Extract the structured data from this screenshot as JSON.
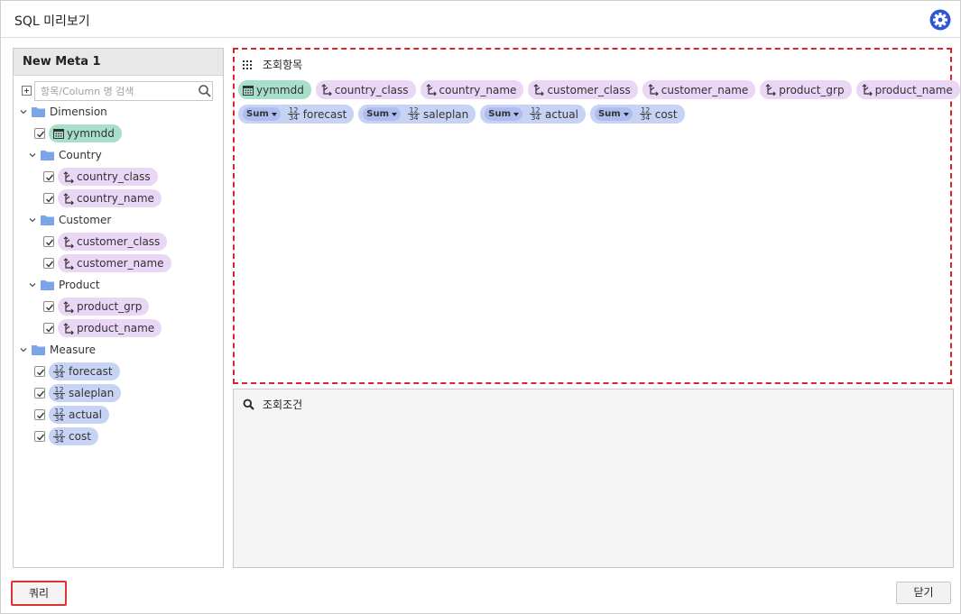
{
  "dialog": {
    "title": "SQL 미리보기",
    "settings_icon": "gear-icon"
  },
  "tree": {
    "header": "New Meta 1",
    "search_placeholder": "항목/Column 명 검색",
    "dimension": {
      "label": "Dimension",
      "date_item": "yymmdd",
      "groups": [
        {
          "label": "Country",
          "items": [
            "country_class",
            "country_name"
          ]
        },
        {
          "label": "Customer",
          "items": [
            "customer_class",
            "customer_name"
          ]
        },
        {
          "label": "Product",
          "items": [
            "product_grp",
            "product_name"
          ]
        }
      ]
    },
    "measure": {
      "label": "Measure",
      "items": [
        "forecast",
        "saleplan",
        "actual",
        "cost"
      ]
    },
    "numeric_icon_top": "12",
    "numeric_icon_bottom": "34"
  },
  "selection_area": {
    "label": "조회항목",
    "dimension_chips": [
      "yymmdd",
      "country_class",
      "country_name",
      "customer_class",
      "customer_name",
      "product_grp",
      "product_name"
    ],
    "measure_chips": [
      {
        "aggregate": "Sum",
        "name": "forecast"
      },
      {
        "aggregate": "Sum",
        "name": "saleplan"
      },
      {
        "aggregate": "Sum",
        "name": "actual"
      },
      {
        "aggregate": "Sum",
        "name": "cost"
      }
    ]
  },
  "condition_area": {
    "label": "조회조건"
  },
  "footer": {
    "query_button": "쿼리",
    "close_button": "닫기"
  },
  "colors": {
    "dimension_pill": "#ead6f5",
    "date_pill": "#a8dfca",
    "measure_pill": "#c7d3f5",
    "accent": "#2f56d6",
    "highlight_border": "#d9232d"
  }
}
